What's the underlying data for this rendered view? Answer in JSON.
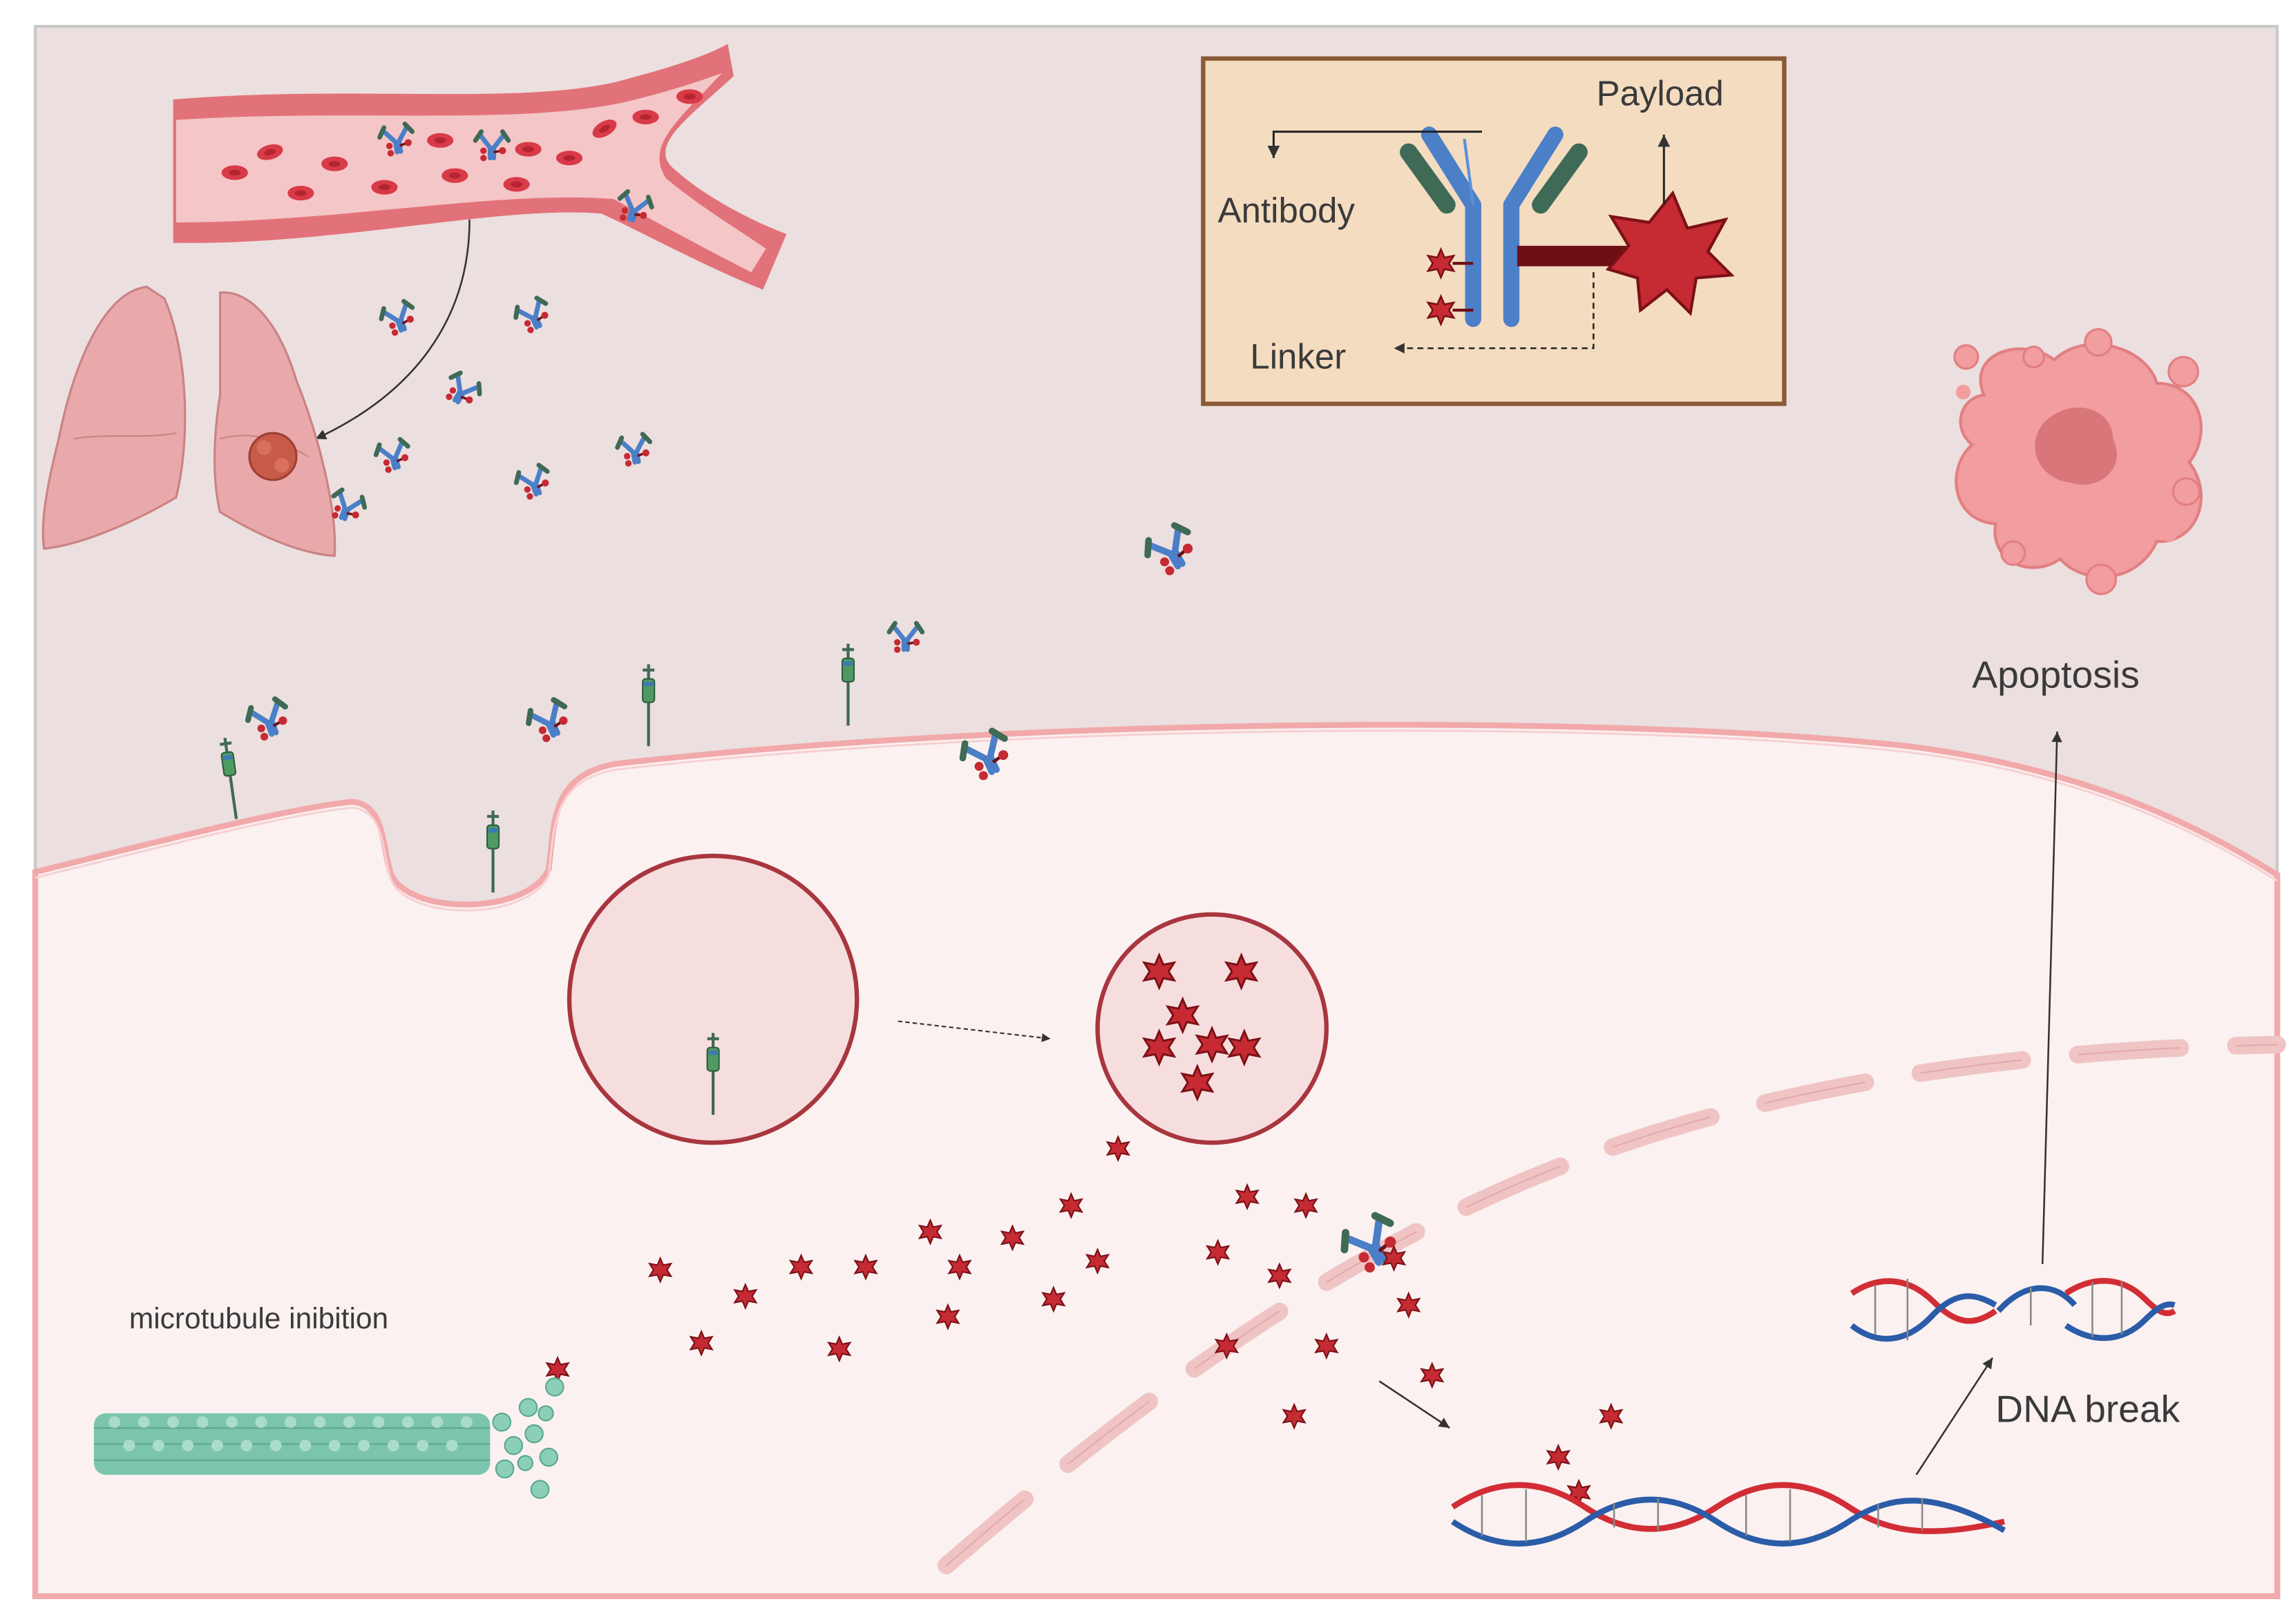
{
  "labels": {
    "antibody": "Antibody",
    "payload": "Payload",
    "linker": "Linker",
    "apoptosis": "Apoptosis",
    "dna_break": "DNA break",
    "microtubule": "microtubule inibition"
  },
  "colors": {
    "background": "#ecdfdf",
    "cell": "#fbf1f1",
    "membrane": "#f2a9ab",
    "vessel": "#e27279",
    "vessel_inner": "#f4c6c7",
    "rbc": "#d83a48",
    "antibody_heavy": "#4b7fc7",
    "antibody_light": "#3f6a56",
    "payload": "#c62a33",
    "payload_dark": "#7a1116",
    "linker": "#6e0f16",
    "inset_bg": "#f4dcc0",
    "inset_border": "#8a5a36",
    "receptor": "#4f9a62",
    "endosome": "#f7dede",
    "endosome_border": "#a8363e",
    "nucleus_membrane": "#f0c4c4",
    "dna_red": "#d22d35",
    "dna_blue": "#2a5ca8",
    "microtubule": "#7cc4ad",
    "apoptotic_body": "#f29d9f",
    "lung": "#e9a9aa"
  }
}
